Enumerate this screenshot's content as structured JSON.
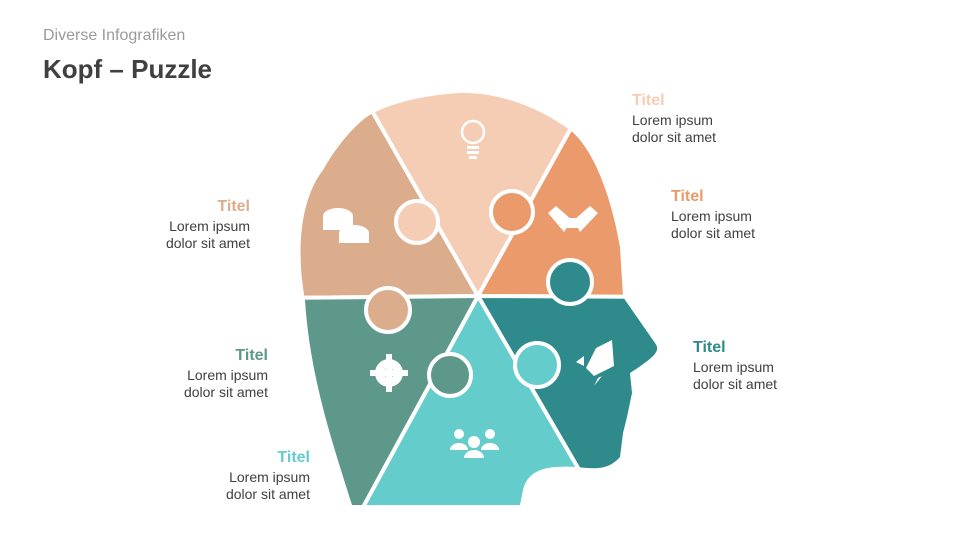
{
  "header": {
    "subtitle": "Diverse Infografiken",
    "title": "Kopf – Puzzle"
  },
  "items": [
    {
      "title": "Titel",
      "text1": "Lorem ipsum",
      "text2": "dolor sit amet",
      "color": "#F5CDB5",
      "icon": "lightbulb-icon"
    },
    {
      "title": "Titel",
      "text1": "Lorem ipsum",
      "text2": "dolor sit amet",
      "color": "#EA9A6B",
      "icon": "handshake-icon"
    },
    {
      "title": "Titel",
      "text1": "Lorem ipsum",
      "text2": "dolor sit amet",
      "color": "#2E8A8B",
      "icon": "rocket-icon"
    },
    {
      "title": "Titel",
      "text1": "Lorem ipsum",
      "text2": "dolor sit amet",
      "color": "#65CCCC",
      "icon": "people-icon"
    },
    {
      "title": "Titel",
      "text1": "Lorem ipsum",
      "text2": "dolor sit amet",
      "color": "#5E988B",
      "icon": "gear-icon"
    },
    {
      "title": "Titel",
      "text1": "Lorem ipsum",
      "text2": "dolor sit amet",
      "color": "#DBAD8C",
      "icon": "coins-icon"
    }
  ]
}
